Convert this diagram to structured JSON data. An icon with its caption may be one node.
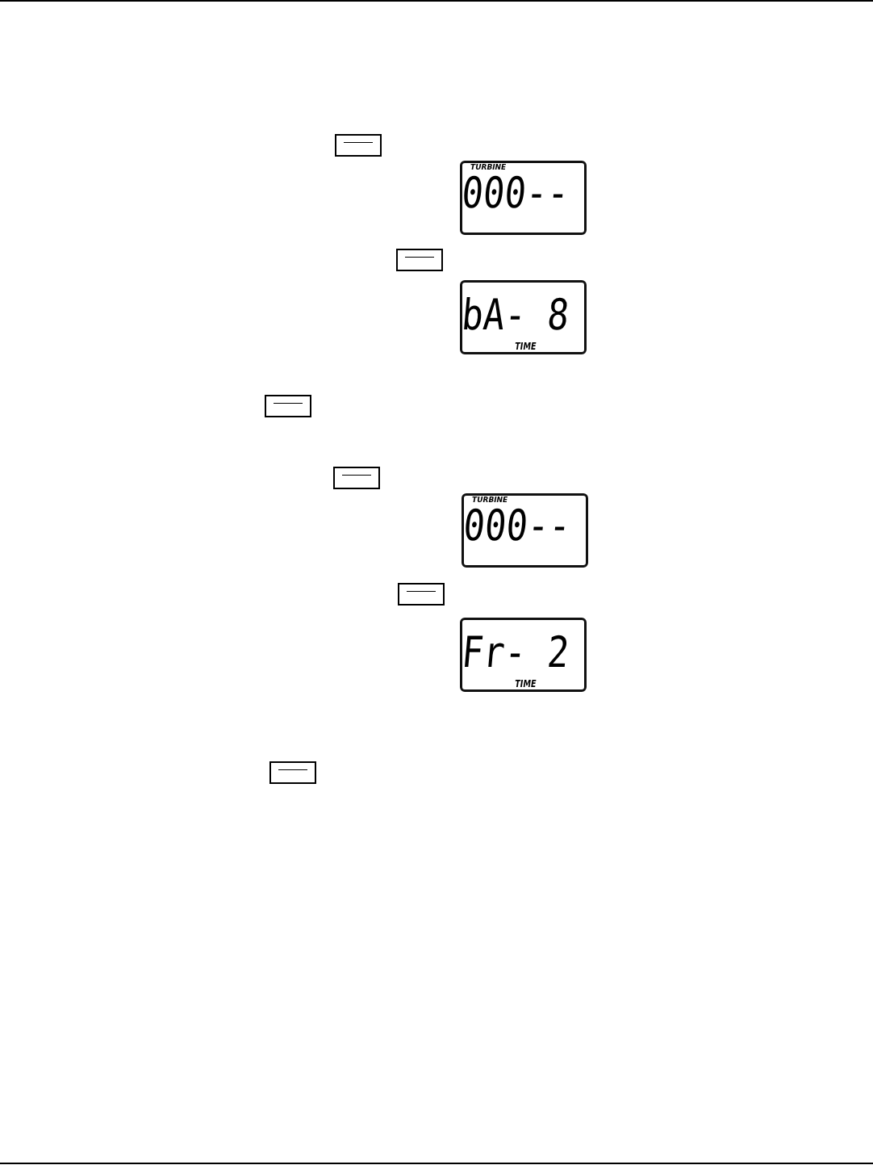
{
  "diagram": {
    "nodes": [
      {
        "text": [],
        "shape": "box"
      },
      {
        "text": [
          "TURBINE",
          "000--"
        ]
      },
      {
        "text": [],
        "shape": "box"
      },
      {
        "text": [
          "bA- 8",
          "TIME"
        ]
      },
      {
        "text": [],
        "shape": "box"
      },
      {
        "text": [],
        "shape": "box"
      },
      {
        "text": [
          "TURBINE",
          "000--"
        ]
      },
      {
        "text": [],
        "shape": "box"
      },
      {
        "text": [
          "Fr- 2",
          "TIME"
        ]
      },
      {
        "text": [],
        "shape": "box"
      }
    ]
  }
}
